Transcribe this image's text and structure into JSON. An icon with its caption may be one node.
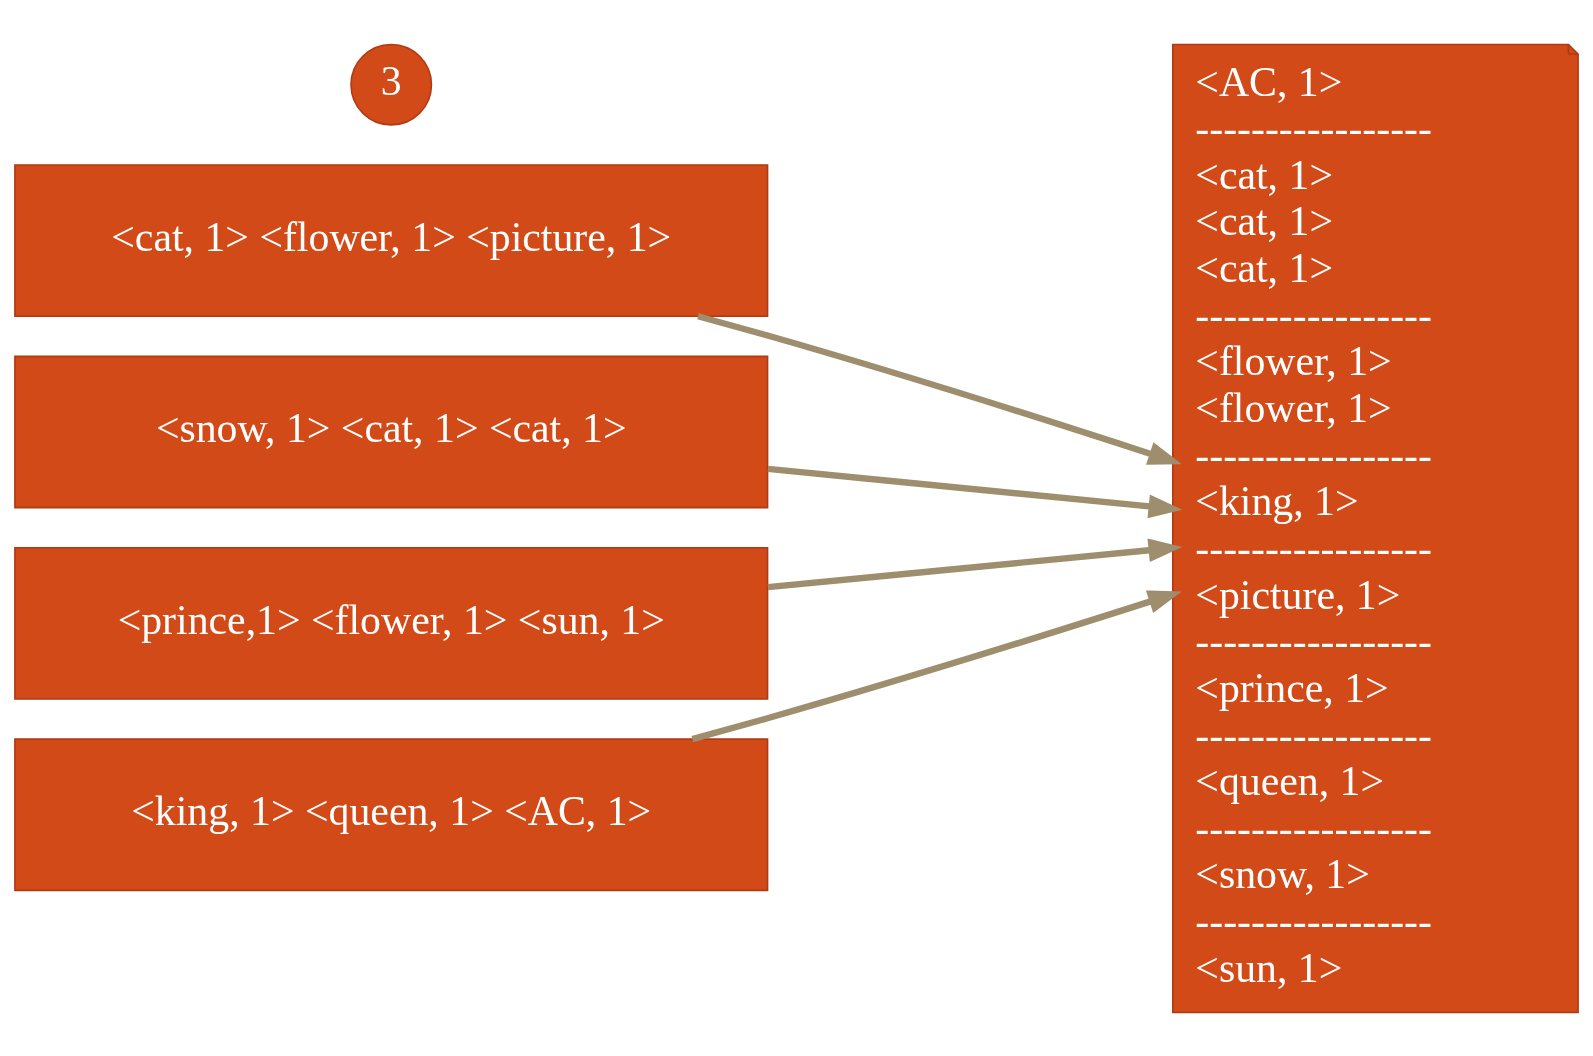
{
  "diagram": {
    "nodes": [
      {
        "text": [
          "<cat, 1> <flower, 1> <picture, 1>"
        ]
      },
      {
        "text": [
          "<snow, 1> <cat, 1> <cat, 1>"
        ]
      },
      {
        "text": [
          "<prince,1> <flower, 1> <sun, 1>"
        ]
      },
      {
        "text": [
          "<king, 1> <queen, 1> <AC, 1>"
        ]
      },
      {
        "text": [
          "<AC, 1>",
          "-----------------",
          "<cat, 1>",
          "<cat, 1>",
          "<cat, 1>",
          "-----------------",
          "<flower, 1>",
          "<flower, 1>",
          "-----------------",
          "<king, 1>",
          "-----------------",
          "<picture, 1>",
          "-----------------",
          "<prince, 1>",
          "-----------------",
          "<queen, 1>",
          "-----------------",
          "<snow, 1>",
          "-----------------",
          "<sun, 1>"
        ]
      },
      {
        "text": [
          "3"
        ]
      }
    ],
    "edges": [
      {
        "from": 0,
        "to": 4,
        "arrow": "to"
      },
      {
        "from": 1,
        "to": 4,
        "arrow": "to"
      },
      {
        "from": 2,
        "to": 4,
        "arrow": "to"
      },
      {
        "from": 3,
        "to": 4,
        "arrow": "to"
      }
    ]
  }
}
